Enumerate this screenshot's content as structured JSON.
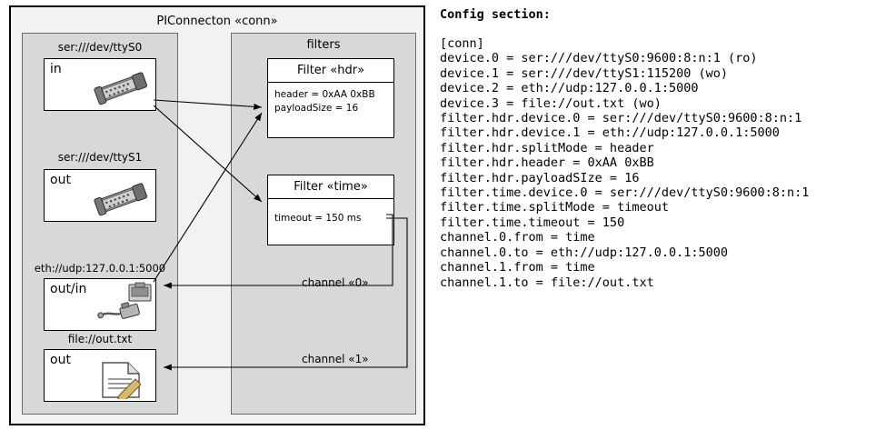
{
  "diagram": {
    "title": "PIConnecton «conn»",
    "devices": [
      {
        "caption": "ser:///dev/ttyS0",
        "name": "in",
        "icon": "serial-port-icon"
      },
      {
        "caption": "ser:///dev/ttyS1",
        "name": "out",
        "icon": "serial-port-icon"
      },
      {
        "caption": "eth://udp:127.0.0.1:5000",
        "name": "out/in",
        "icon": "network-plug-icon"
      },
      {
        "caption": "file://out.txt",
        "name": "out",
        "icon": "text-file-icon"
      }
    ],
    "filters_group_label": "filters",
    "filters": [
      {
        "title": "Filter «hdr»",
        "lines": [
          "header = 0xAA 0xBB",
          "payloadSize = 16"
        ]
      },
      {
        "title": "Filter «time»",
        "lines": [
          "timeout = 150 ms"
        ]
      }
    ],
    "channels": [
      {
        "label": "channel «0»"
      },
      {
        "label": "channel «1»"
      }
    ]
  },
  "config": {
    "heading": "Config section:",
    "text": "[conn]\ndevice.0 = ser:///dev/ttyS0:9600:8:n:1 (ro)\ndevice.1 = ser:///dev/ttyS1:115200 (wo)\ndevice.2 = eth://udp:127.0.0.1:5000\ndevice.3 = file://out.txt (wo)\nfilter.hdr.device.0 = ser:///dev/ttyS0:9600:8:n:1\nfilter.hdr.device.1 = eth://udp:127.0.0.1:5000\nfilter.hdr.splitMode = header\nfilter.hdr.header = 0xAA 0xBB\nfilter.hdr.payloadSIze = 16\nfilter.time.device.0 = ser:///dev/ttyS0:9600:8:n:1\nfilter.time.splitMode = timeout\nfilter.time.timeout = 150\nchannel.0.from = time\nchannel.0.to = eth://udp:127.0.0.1:5000\nchannel.1.from = time\nchannel.1.to = file://out.txt"
  },
  "colors": {
    "outer_bg": "#f2f2f2",
    "group_bg": "#d8d8d8",
    "card_bg": "#ffffff",
    "stroke": "#000000"
  }
}
